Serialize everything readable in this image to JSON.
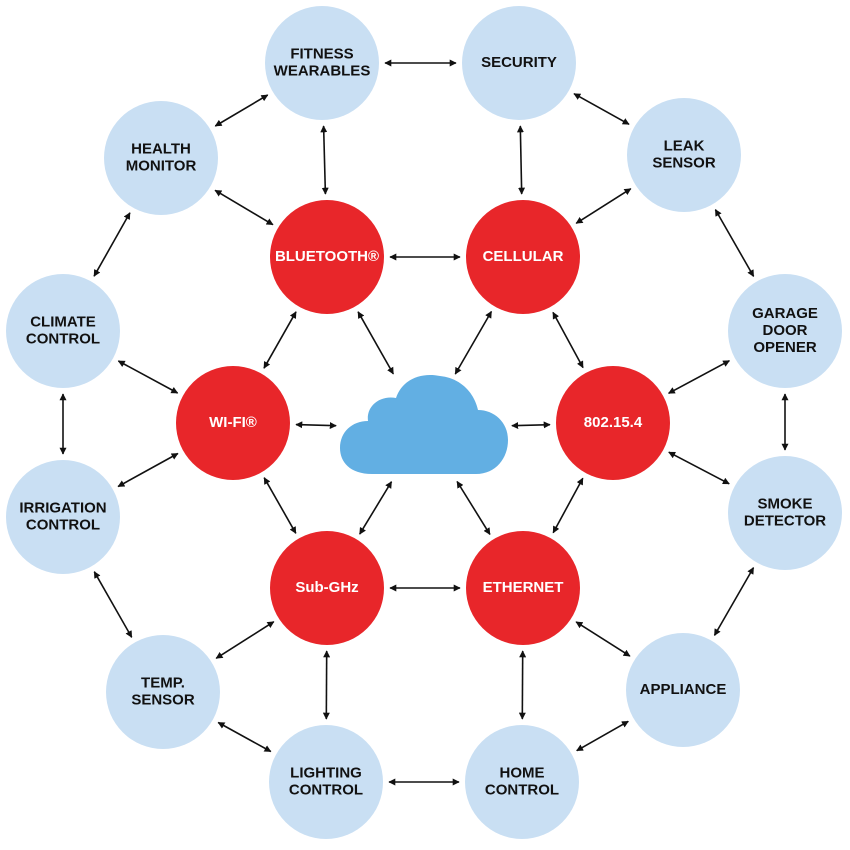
{
  "colors": {
    "device_node": "#c9dff3",
    "protocol_node": "#e8262a",
    "cloud": "#62afe3",
    "arrow": "#111111"
  },
  "cloud": {
    "icon": "cloud-icon"
  },
  "protocols": [
    {
      "id": "bluetooth",
      "lines": [
        "BLUETOOTH®"
      ]
    },
    {
      "id": "cellular",
      "lines": [
        "CELLULAR"
      ]
    },
    {
      "id": "wifi",
      "lines": [
        "WI-FI®"
      ]
    },
    {
      "id": "802154",
      "lines": [
        "802.15.4"
      ]
    },
    {
      "id": "subghz",
      "lines": [
        "Sub-GHz"
      ]
    },
    {
      "id": "ethernet",
      "lines": [
        "ETHERNET"
      ]
    }
  ],
  "devices": [
    {
      "id": "fitness",
      "lines": [
        "FITNESS",
        "WEARABLES"
      ]
    },
    {
      "id": "security",
      "lines": [
        "SECURITY"
      ]
    },
    {
      "id": "health",
      "lines": [
        "HEALTH",
        "MONITOR"
      ]
    },
    {
      "id": "leak",
      "lines": [
        "LEAK",
        "SENSOR"
      ]
    },
    {
      "id": "climate",
      "lines": [
        "CLIMATE",
        "CONTROL"
      ]
    },
    {
      "id": "garage",
      "lines": [
        "GARAGE",
        "DOOR",
        "OPENER"
      ]
    },
    {
      "id": "irrigation",
      "lines": [
        "IRRIGATION",
        "CONTROL"
      ]
    },
    {
      "id": "smoke",
      "lines": [
        "SMOKE",
        "DETECTOR"
      ]
    },
    {
      "id": "temp",
      "lines": [
        "TEMP.",
        "SENSOR"
      ]
    },
    {
      "id": "appliance",
      "lines": [
        "APPLIANCE"
      ]
    },
    {
      "id": "lighting",
      "lines": [
        "LIGHTING",
        "CONTROL"
      ]
    },
    {
      "id": "home",
      "lines": [
        "HOME",
        "CONTROL"
      ]
    }
  ],
  "connections": [
    [
      "fitness",
      "security"
    ],
    [
      "security",
      "leak"
    ],
    [
      "leak",
      "garage"
    ],
    [
      "garage",
      "smoke"
    ],
    [
      "smoke",
      "appliance"
    ],
    [
      "appliance",
      "home"
    ],
    [
      "home",
      "lighting"
    ],
    [
      "lighting",
      "temp"
    ],
    [
      "temp",
      "irrigation"
    ],
    [
      "irrigation",
      "climate"
    ],
    [
      "climate",
      "health"
    ],
    [
      "health",
      "fitness"
    ],
    [
      "fitness",
      "bluetooth"
    ],
    [
      "health",
      "bluetooth"
    ],
    [
      "security",
      "cellular"
    ],
    [
      "leak",
      "cellular"
    ],
    [
      "climate",
      "wifi"
    ],
    [
      "irrigation",
      "wifi"
    ],
    [
      "garage",
      "802154"
    ],
    [
      "smoke",
      "802154"
    ],
    [
      "temp",
      "subghz"
    ],
    [
      "lighting",
      "subghz"
    ],
    [
      "home",
      "ethernet"
    ],
    [
      "appliance",
      "ethernet"
    ],
    [
      "bluetooth",
      "cellular"
    ],
    [
      "bluetooth",
      "wifi"
    ],
    [
      "cellular",
      "802154"
    ],
    [
      "wifi",
      "subghz"
    ],
    [
      "802154",
      "ethernet"
    ],
    [
      "subghz",
      "ethernet"
    ],
    [
      "bluetooth",
      "cloud"
    ],
    [
      "cellular",
      "cloud"
    ],
    [
      "wifi",
      "cloud"
    ],
    [
      "802154",
      "cloud"
    ],
    [
      "subghz",
      "cloud"
    ],
    [
      "ethernet",
      "cloud"
    ]
  ]
}
